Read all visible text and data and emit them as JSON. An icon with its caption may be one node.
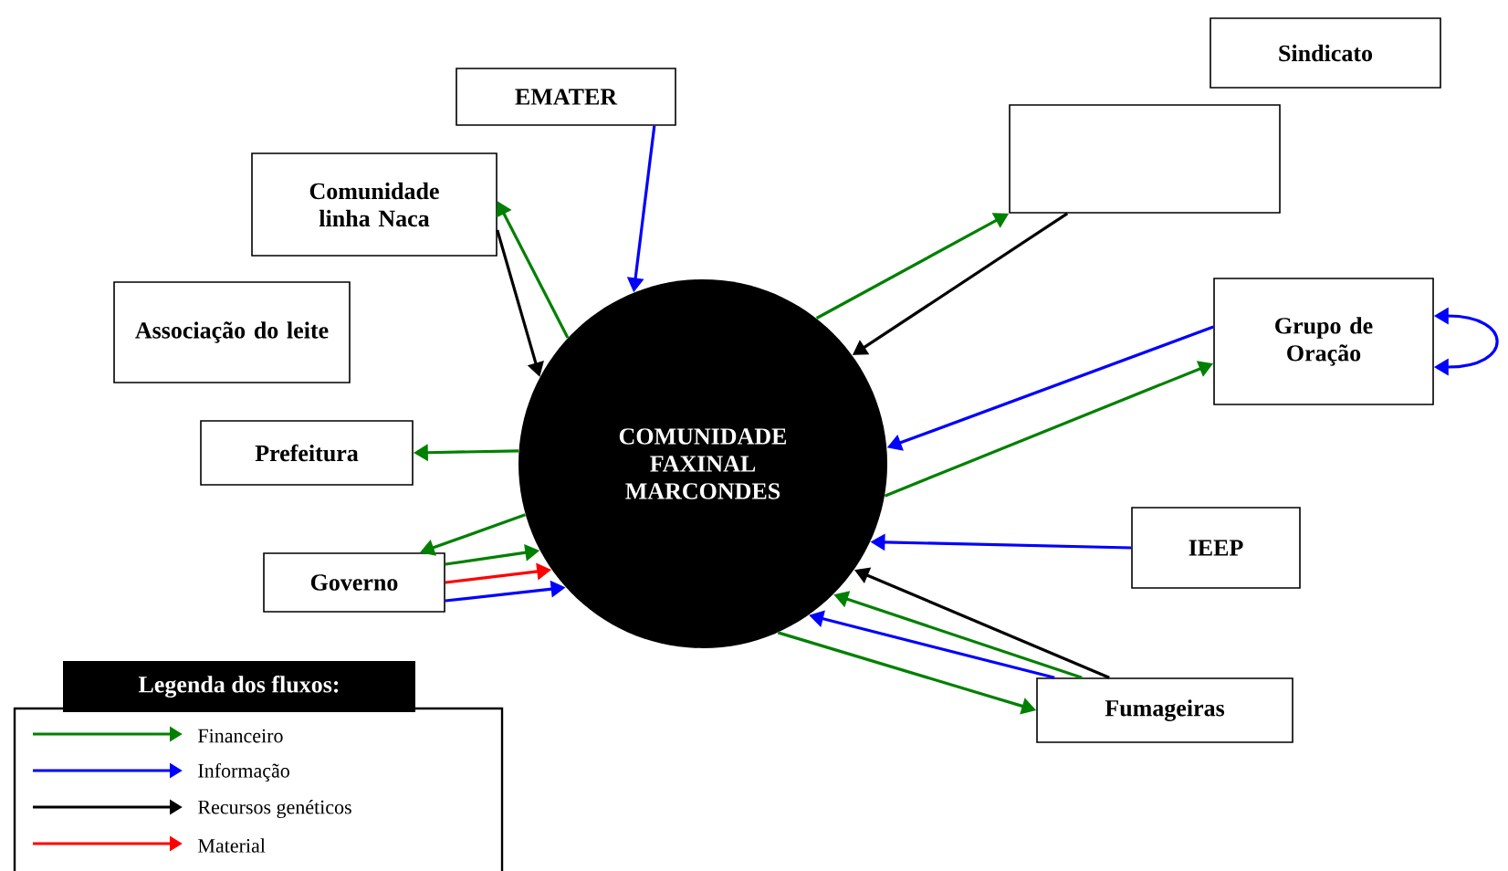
{
  "diagram": {
    "nodes": [
      {
        "text": [
          "COMUNIDADE FAXINAL MARCONDES"
        ]
      },
      {
        "text": [
          "EMATER"
        ]
      },
      {
        "text": [
          "Comunidade linha Naca"
        ]
      },
      {
        "text": [
          "Sindicato"
        ]
      },
      {
        "text": [],
        "shape": "box"
      },
      {
        "text": [
          "Associação do leite"
        ]
      },
      {
        "text": [
          "Grupo de Oração"
        ]
      },
      {
        "text": [
          "Prefeitura"
        ]
      },
      {
        "text": [
          "Governo"
        ]
      },
      {
        "text": [
          "IEEP"
        ]
      },
      {
        "text": [
          "Fumageiras"
        ]
      }
    ],
    "edges": [
      {
        "from": 1,
        "to": 0,
        "arrow": "to",
        "color": "#0000ff"
      },
      {
        "from": 0,
        "to": 2,
        "arrow": "to"
      },
      {
        "from": 2,
        "to": 0,
        "arrow": "to",
        "color": "#000000"
      },
      {
        "from": 0,
        "to": 4,
        "arrow": "to"
      },
      {
        "from": 4,
        "to": 0,
        "arrow": "to",
        "color": "#000000"
      },
      {
        "from": 6,
        "to": 0,
        "arrow": "to",
        "color": "#0000ff"
      },
      {
        "from": 0,
        "to": 6,
        "arrow": "to"
      },
      {
        "from": 6,
        "to": 6,
        "arrow": "both",
        "color": "#0000ff"
      },
      {
        "from": 0,
        "to": 7,
        "arrow": "to"
      },
      {
        "from": 0,
        "to": 8,
        "arrow": "to"
      },
      {
        "from": 8,
        "to": 0,
        "arrow": "to"
      },
      {
        "from": 8,
        "to": 0,
        "arrow": "to",
        "color": "#ff0000"
      },
      {
        "from": 8,
        "to": 0,
        "arrow": "to",
        "color": "#0000ff"
      },
      {
        "from": 9,
        "to": 0,
        "arrow": "to",
        "color": "#0000ff"
      },
      {
        "from": 10,
        "to": 0,
        "arrow": "to",
        "color": "#000000"
      },
      {
        "from": 10,
        "to": 0,
        "arrow": "to"
      },
      {
        "from": 10,
        "to": 0,
        "arrow": "to",
        "color": "#0000ff"
      },
      {
        "from": 0,
        "to": 10,
        "arrow": "to"
      }
    ],
    "labels": [
      "Legenda dos fluxos:"
    ],
    "legend": [
      {
        "text": "Financeiro",
        "color": "#008000"
      },
      {
        "text": "Informação",
        "color": "#0000ff"
      },
      {
        "text": "Recursos genéticos",
        "color": "#000000"
      },
      {
        "text": "Material",
        "color": "#ff0000"
      }
    ]
  }
}
